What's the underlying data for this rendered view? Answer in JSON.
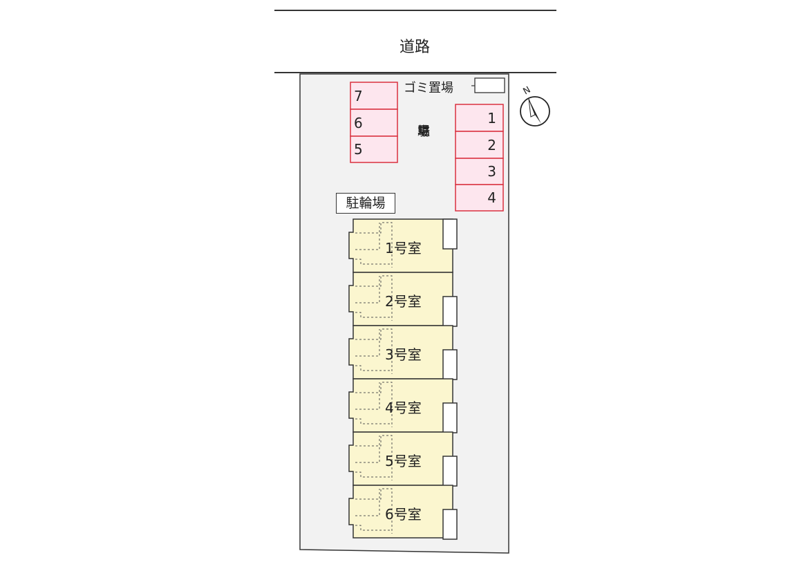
{
  "road": {
    "label": "道路"
  },
  "garbage": {
    "label": "ゴミ置場"
  },
  "parking": {
    "label_chars": [
      "駐",
      "車",
      "場"
    ],
    "left_spaces": [
      "7",
      "6",
      "5"
    ],
    "right_spaces": [
      "1",
      "2",
      "3",
      "4"
    ],
    "fill": "#fde6ee",
    "stroke": "#d9303f"
  },
  "bicycle": {
    "label": "駐輪場"
  },
  "units": [
    {
      "label": "1号室"
    },
    {
      "label": "2号室"
    },
    {
      "label": "3号室"
    },
    {
      "label": "4号室"
    },
    {
      "label": "5号室"
    },
    {
      "label": "6号室"
    }
  ],
  "colors": {
    "unit_fill": "#fbf6cf",
    "lot_fill": "#f2f2f2",
    "line": "#333333"
  },
  "compass": {
    "label": "N"
  }
}
